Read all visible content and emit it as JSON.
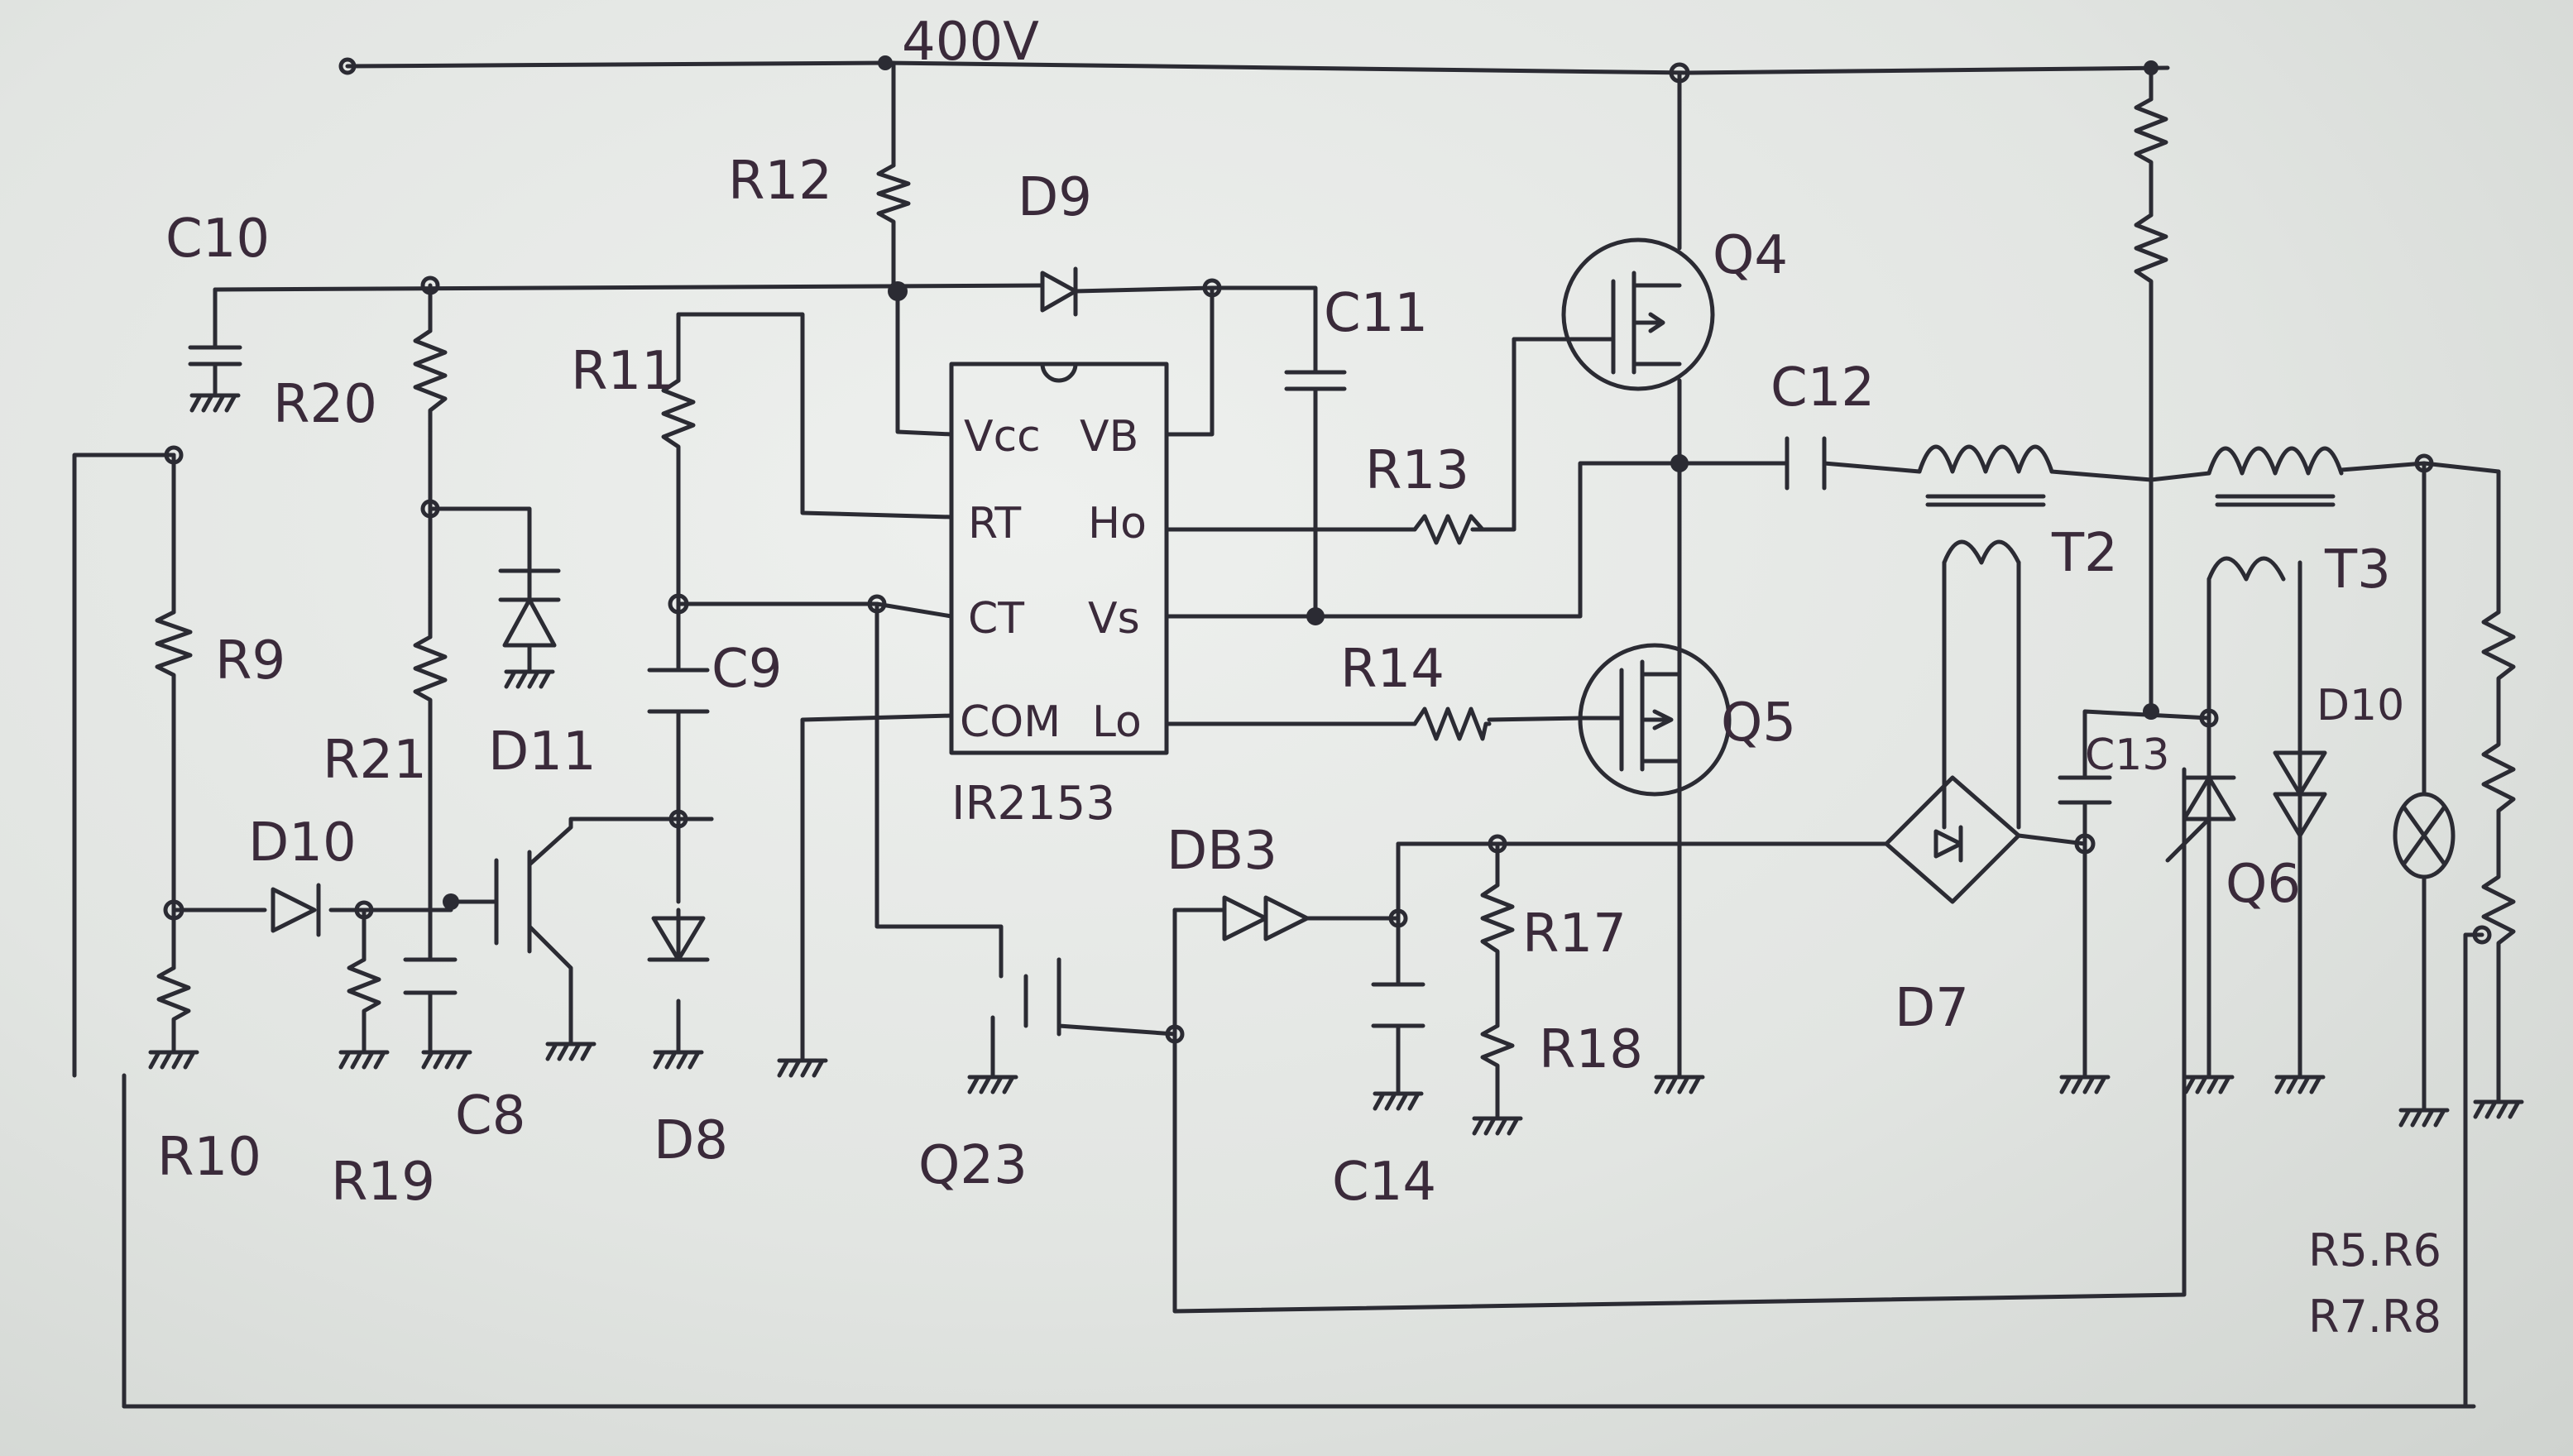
{
  "supply_label": "400V",
  "ic": {
    "name": "IR2153",
    "pins": {
      "vcc": "Vcc",
      "vb": "VB",
      "rt": "RT",
      "ho": "Ho",
      "ct": "CT",
      "vs": "Vs",
      "com": "COM",
      "lo": "Lo"
    }
  },
  "components": {
    "r12": "R12",
    "d9": "D9",
    "c10": "C10",
    "c11": "C11",
    "q4": "Q4",
    "r11": "R11",
    "r20": "R20",
    "r13": "R13",
    "c12": "C12",
    "t2": "T2",
    "t3": "T3",
    "r9": "R9",
    "c9": "C9",
    "r14": "R14",
    "q5": "Q5",
    "r21": "R21",
    "d11": "D11",
    "d10a": "D10",
    "d10b": "D10",
    "c13": "C13",
    "db3": "DB3",
    "r17": "R17",
    "q6": "Q6",
    "d7": "D7",
    "r18": "R18",
    "r10": "R10",
    "r19": "R19",
    "c8": "C8",
    "d8": "D8",
    "q23": "Q23",
    "c14": "C14",
    "r5r6": "R5.R6",
    "r7r8": "R7.R8"
  }
}
